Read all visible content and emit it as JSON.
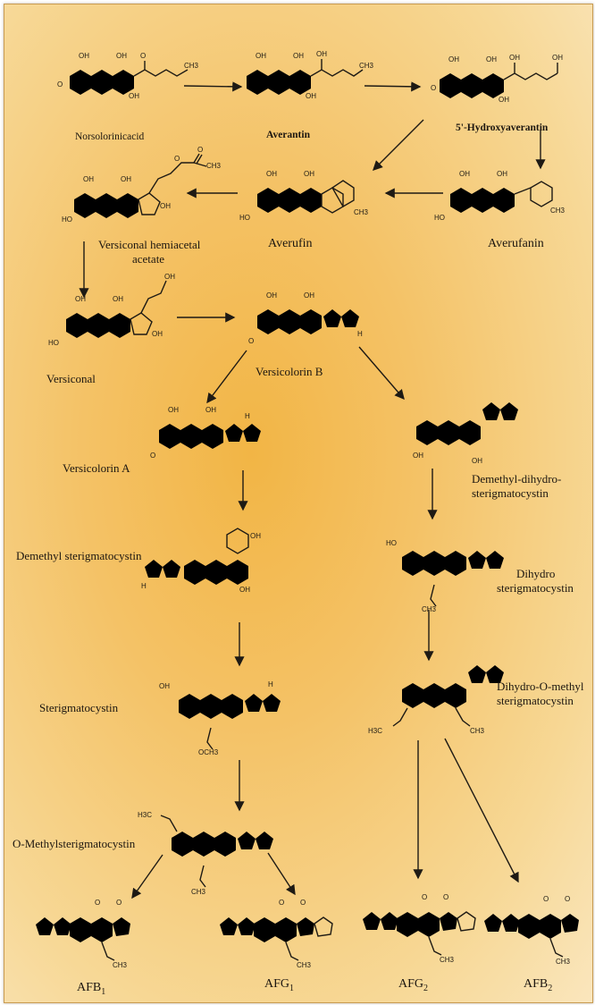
{
  "compounds": {
    "norsolorinic_acid": "Norsolorinicacid",
    "averantin": "Averantin",
    "hydroxyaverantin": "5'-Hydroxyaverantin",
    "averufin": "Averufin",
    "averufanin": "Averufanin",
    "versiconal_hemiacetal_acetate_1": "Versiconal hemiacetal",
    "versiconal_hemiacetal_acetate_2": "acetate",
    "versiconal": "Versiconal",
    "versicolorin_b": "Versicolorin B",
    "versicolorin_a": "Versicolorin A",
    "demethyl_dihydro_1": "Demethyl-dihydro-",
    "demethyl_dihydro_2": "sterigmatocystin",
    "demethyl_sterigmatocystin": "Demethyl sterigmatocystin",
    "dihydro_st_1": "Dihydro",
    "dihydro_st_2": "sterigmatocystin",
    "sterigmatocystin": "Sterigmatocystin",
    "dihydro_o_methyl_1": "Dihydro-O-methyl",
    "dihydro_o_methyl_2": "sterigmatocystin",
    "o_methylsterigmatocystin": "O-Methylsterigmatocystin",
    "afb1_main": "AFB",
    "afb1_sub": "1",
    "afg1_main": "AFG",
    "afg1_sub": "1",
    "afg2_main": "AFG",
    "afg2_sub": "2",
    "afb2_main": "AFB",
    "afb2_sub": "2"
  },
  "atom_labels": {
    "oh": "OH",
    "o": "O",
    "ho": "HO",
    "ch3": "CH3",
    "och3": "OCH3",
    "h3c": "H3C",
    "h": "H"
  },
  "colors": {
    "background_center": "#f2b545",
    "background_edge": "#fae6bd",
    "ink": "#1e1a14"
  }
}
